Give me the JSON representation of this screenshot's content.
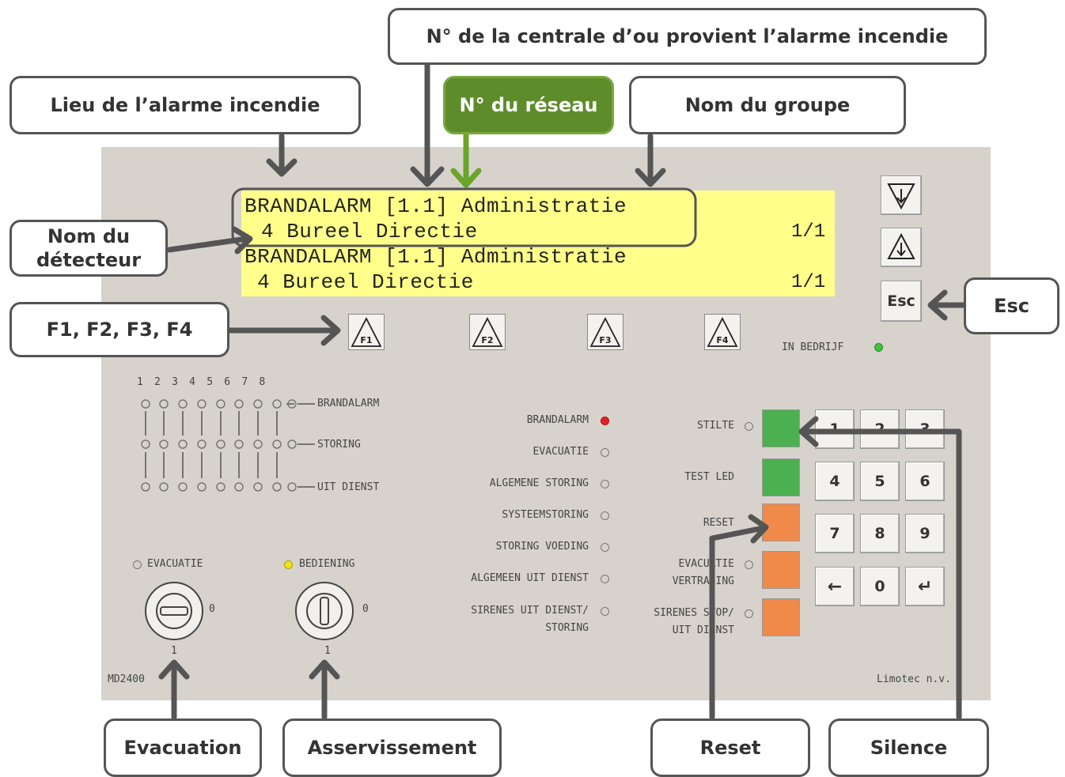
{
  "callouts": {
    "centrale": "N° de la centrale d’ou provient l’alarme incendie",
    "lieu": "Lieu de l’alarme incendie",
    "reseau": "N° du réseau",
    "groupe": "Nom du groupe",
    "detecteur_l1": "Nom du",
    "detecteur_l2": "détecteur",
    "fkeys": "F1, F2, F3, F4",
    "esc": "Esc",
    "evacuation": "Evacuation",
    "asservissement": "Asservissement",
    "reset": "Reset",
    "silence": "Silence"
  },
  "lcd": {
    "line1": "BRANDALARM [1.1] Administratie",
    "line2": "4 Bureel Directie",
    "page2": "1/1",
    "line3": "BRANDALARM [1.1] Administratie",
    "line4": " 4 Bureel Directie",
    "page4": "1/1"
  },
  "function_keys": [
    "F1",
    "F2",
    "F3",
    "F4"
  ],
  "esc_key": "Esc",
  "in_bedrijf": "IN BEDRIJF",
  "zone_numbers": "1 2 3 4 5 6 7 8",
  "zone_rows": [
    "BRANDALARM",
    "STORING",
    "UIT DIENST"
  ],
  "status": [
    {
      "label": "BRANDALARM",
      "state": "red"
    },
    {
      "label": "EVACUATIE",
      "state": "off"
    },
    {
      "label": "ALGEMENE STORING",
      "state": "off"
    },
    {
      "label": "SYSTEEMSTORING",
      "state": "off"
    },
    {
      "label": "STORING VOEDING",
      "state": "off"
    },
    {
      "label": "ALGEMEEN UIT DIENST",
      "state": "off"
    },
    {
      "label": "SIRENES UIT DIENST/",
      "label2": "STORING",
      "state": "off"
    }
  ],
  "controls": {
    "stilte": "STILTE",
    "test_led": "TEST LED",
    "reset": "RESET",
    "evac_l1": "EVACUATIE",
    "evac_l2": "VERTRAGING",
    "sirenes_l1": "SIRENES STOP/",
    "sirenes_l2": "UIT DIENST"
  },
  "keypad": [
    "1",
    "2",
    "3",
    "4",
    "5",
    "6",
    "7",
    "8",
    "9",
    "←",
    "0",
    "↵"
  ],
  "keyswitch": {
    "evacuatie": "EVACUATIE",
    "bediening": "BEDIENING",
    "pos0": "0",
    "pos1": "1"
  },
  "model": "MD2400",
  "brand": "Limotec n.v.",
  "colors": {
    "panel": "#d7d3cc",
    "lcd": "#ffff8a",
    "callout_green": "#5e8c2b",
    "arrow": "#555555",
    "arrow_green": "#6aa52a",
    "btn_green": "#4caf50",
    "btn_orange": "#f08a4b"
  }
}
